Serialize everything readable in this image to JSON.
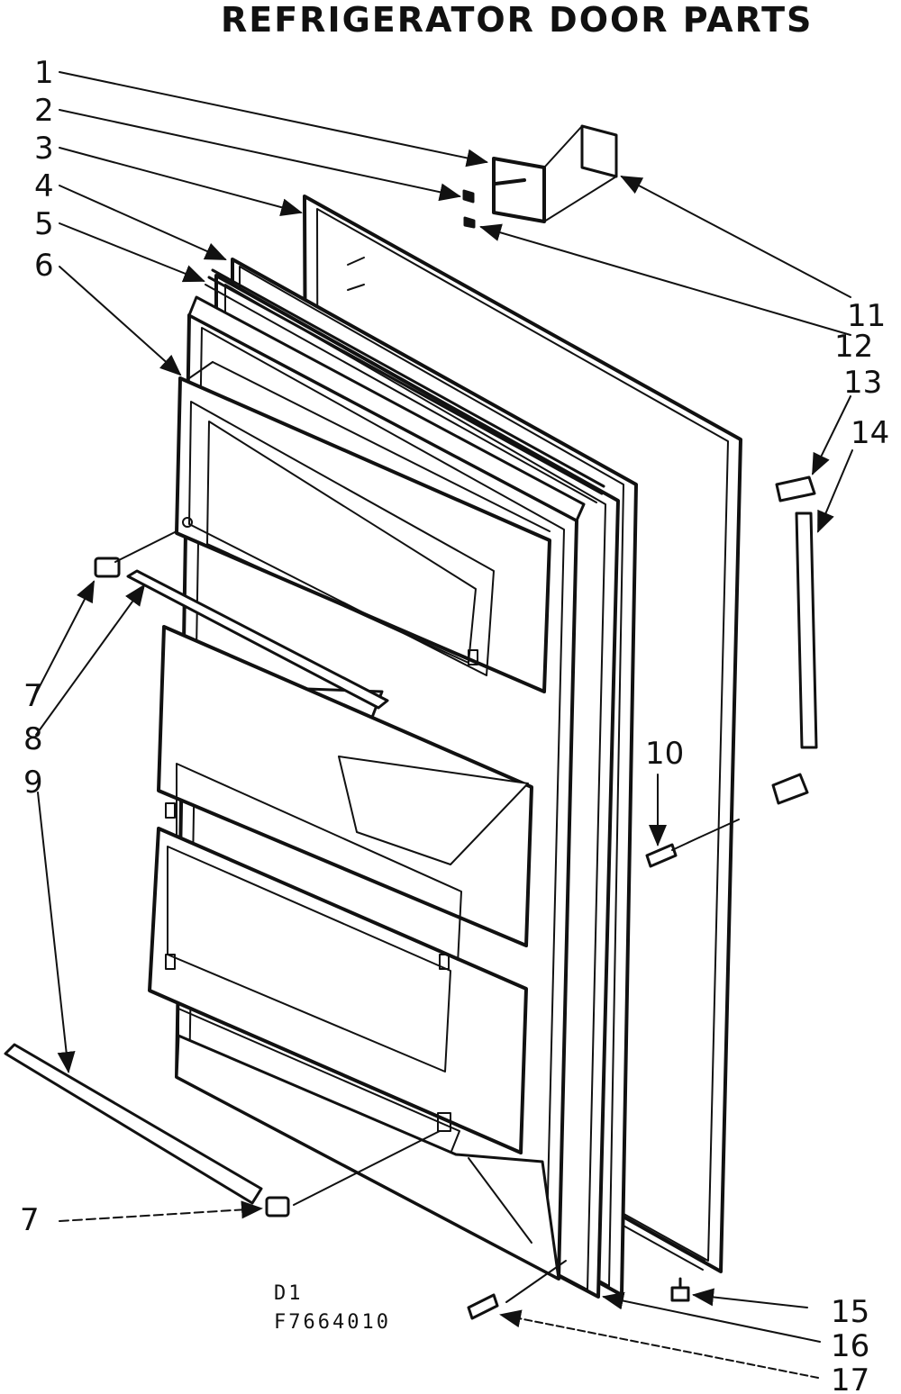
{
  "title": "REFRIGERATOR DOOR PARTS",
  "diagram_code_line1": "D1",
  "diagram_code_line2": "F7664010",
  "part_labels": [
    "1",
    "2",
    "3",
    "4",
    "5",
    "6",
    "7",
    "8",
    "9",
    "10",
    "11",
    "12",
    "13",
    "14",
    "15",
    "16",
    "17",
    "7"
  ]
}
